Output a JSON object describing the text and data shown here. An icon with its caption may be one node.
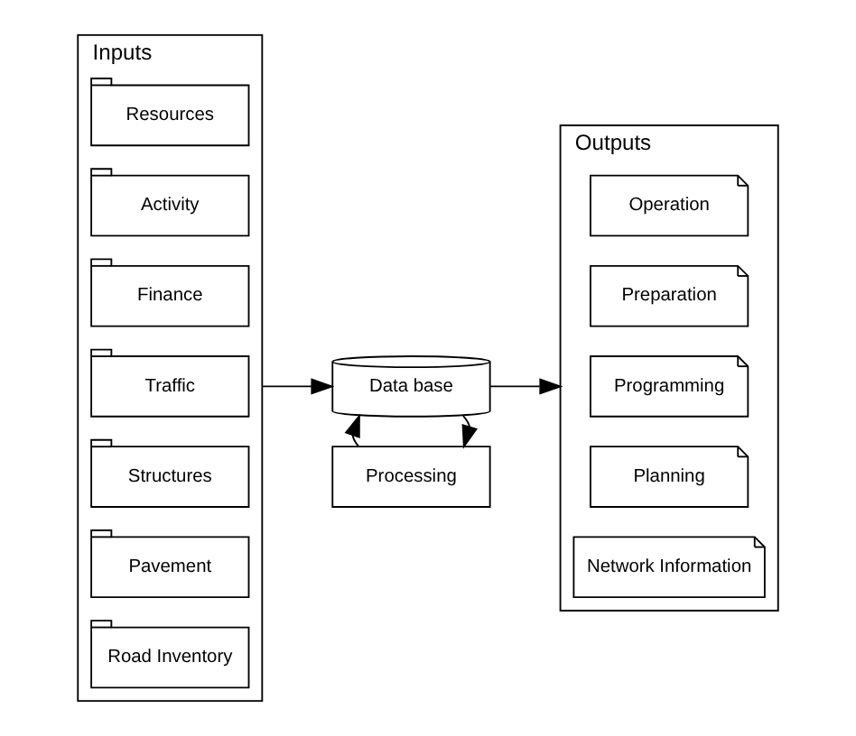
{
  "diagram": {
    "nodes": [
      {
        "text": [
          "Inputs"
        ]
      },
      {
        "text": [
          "Road Inventory"
        ],
        "in": 0
      },
      {
        "text": [
          "Pavement"
        ],
        "in": 0
      },
      {
        "text": [
          "Structures"
        ],
        "in": 0
      },
      {
        "text": [
          "Traffic"
        ],
        "in": 0
      },
      {
        "text": [
          "Finance"
        ],
        "in": 0
      },
      {
        "text": [
          "Activity"
        ],
        "in": 0
      },
      {
        "text": [
          "Resources"
        ],
        "in": 0
      },
      {
        "text": [
          "Data base"
        ]
      },
      {
        "text": [
          "Processing"
        ]
      },
      {
        "text": [
          "Outputs"
        ]
      },
      {
        "text": [
          "Network Information"
        ],
        "in": 10
      },
      {
        "text": [
          "Planning"
        ],
        "in": 10
      },
      {
        "text": [
          "Programming"
        ],
        "in": 10
      },
      {
        "text": [
          "Preparation"
        ],
        "in": 10
      },
      {
        "text": [
          "Operation"
        ],
        "in": 10
      }
    ],
    "edges": [
      {
        "from": 0,
        "to": 8,
        "arrow": "to"
      },
      {
        "from": 8,
        "to": 10,
        "arrow": "to"
      },
      {
        "from": 8,
        "to": 9,
        "arrow": "to"
      },
      {
        "from": 9,
        "to": 8,
        "arrow": "to"
      }
    ]
  }
}
